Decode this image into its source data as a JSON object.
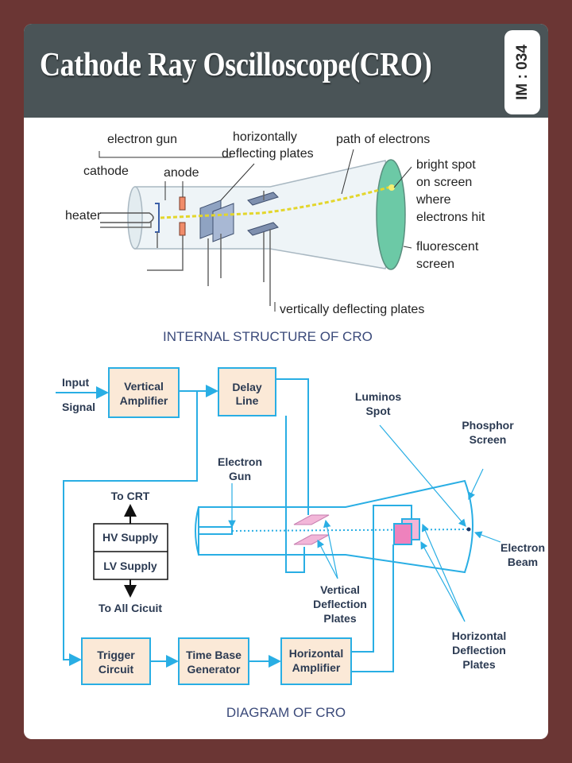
{
  "header": {
    "title": "Cathode Ray Oscilloscope(CRO)",
    "badge": "IM : 034"
  },
  "structure": {
    "labels": {
      "electron_gun": "electron gun",
      "horizontally": "horizontally",
      "deflecting_plates": "deflecting plates",
      "path_of_electrons": "path of electrons",
      "cathode": "cathode",
      "anode": "anode",
      "heater": "heater",
      "bright_spot": "bright spot",
      "on_screen": "on screen",
      "where": "where",
      "electrons_hit": "electrons hit",
      "fluorescent": "fluorescent",
      "screen": "screen",
      "vertical_plates": "vertically deflecting plates"
    },
    "caption": "INTERNAL STRUCTURE OF CRO"
  },
  "block_diagram": {
    "input_line1": "Input",
    "input_line2": "Signal",
    "vertical_amplifier": [
      "Vertical",
      "Amplifier"
    ],
    "delay_line": [
      "Delay",
      "Line"
    ],
    "luminos_spot": [
      "Luminos",
      "Spot"
    ],
    "phosphor_screen": [
      "Phosphor",
      "Screen"
    ],
    "electron_gun": [
      "Electron",
      "Gun"
    ],
    "to_crt": "To CRT",
    "hv_supply": "HV Supply",
    "lv_supply": "LV Supply",
    "to_all_circuit": "To All Cicuit",
    "electron_beam": [
      "Electron",
      "Beam"
    ],
    "vertical_deflection": [
      "Vertical",
      "Deflection",
      "Plates"
    ],
    "horizontal_deflection": [
      "Horizontal",
      "Deflection",
      "Plates"
    ],
    "trigger_circuit": [
      "Trigger",
      "Circuit"
    ],
    "time_base_generator": [
      "Time Base",
      "Generator"
    ],
    "horizontal_amplifier": [
      "Horizontal",
      "Amplifier"
    ],
    "caption": "DIAGRAM OF CRO"
  },
  "colors": {
    "frame": "#6b3634",
    "header": "#4a5457",
    "wire": "#29aee4",
    "box_fill": "#fbe9d7",
    "screen_green": "#6cc9a6",
    "beam_yellow": "#e3d62c",
    "plate_pink": "#f2b6d8"
  }
}
